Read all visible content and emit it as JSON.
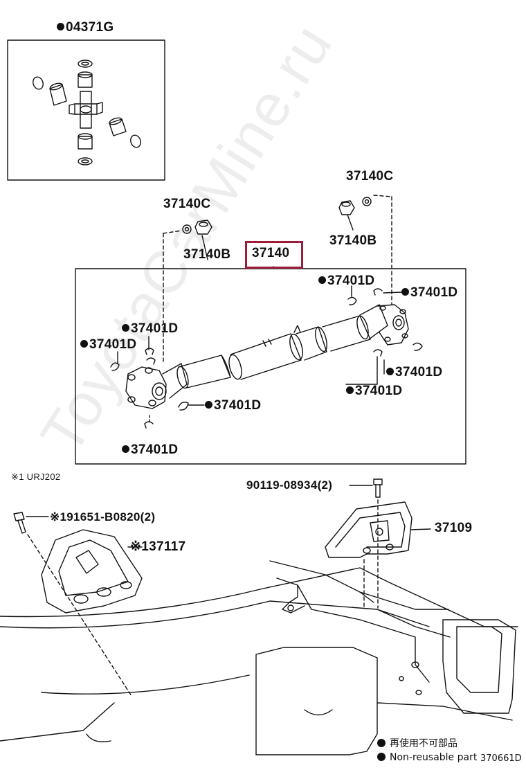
{
  "watermark": "ToyotaCarMine.ru",
  "parts": {
    "kit": "04371G",
    "nut_left": "37140C",
    "washer_left": "37140B",
    "main": "37140",
    "nut_right": "37140C",
    "washer_right": "37140B",
    "clip_top_1": "37401D",
    "clip_top_2": "37401D",
    "clip_left_1": "37401D",
    "clip_left_2": "37401D",
    "clip_right_1": "37401D",
    "clip_right_2": "37401D",
    "clip_bottom_1": "37401D",
    "clip_bottom_2": "37401D",
    "bolt_right": "90119-08934(2)",
    "bracket_right": "37109",
    "bolt_left": "※191651-B0820(2)",
    "bracket_left": "※137117"
  },
  "note": "※1 URJ202",
  "legend": {
    "jp": "再使用不可部品",
    "en": "Non-reusable part"
  },
  "code": "370661D",
  "colors": {
    "highlight": "#9c1c3a"
  }
}
